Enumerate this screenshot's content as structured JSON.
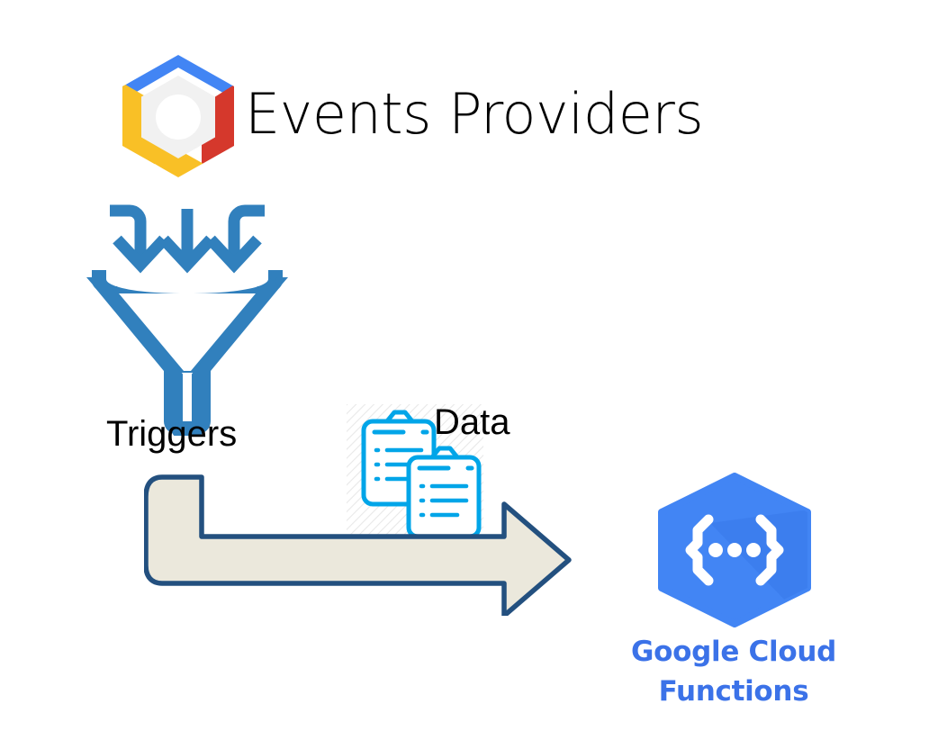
{
  "diagram": {
    "title": "Events Providers",
    "nodes": {
      "events_providers": {
        "label": "Events Providers",
        "icon": "google-cloud-platform-logo"
      },
      "triggers": {
        "label": "Triggers",
        "icon": "funnel-icon"
      },
      "data": {
        "label": "Data",
        "icon": "clipboards-icon"
      },
      "cloud_functions": {
        "label_line1": "Google Cloud",
        "label_line2": "Functions",
        "icon": "google-cloud-functions-logo"
      }
    },
    "connector": {
      "name": "triggers-to-functions-arrow",
      "direction": "right"
    },
    "colors": {
      "funnel_blue": "#3180bd",
      "clipboard_blue": "#00A5E8",
      "arrow_fill": "#EBE8DC",
      "arrow_stroke": "#23507F",
      "gcf_blue": "#4285F4",
      "gcf_label_blue": "#3B72E8",
      "logo_blue": "#4285F4",
      "logo_red": "#D5382C",
      "logo_yellow": "#F9C026",
      "logo_inner_gray": "#F1F1F1",
      "hatch_gray": "#EDEDED",
      "text_black": "#000000"
    }
  }
}
